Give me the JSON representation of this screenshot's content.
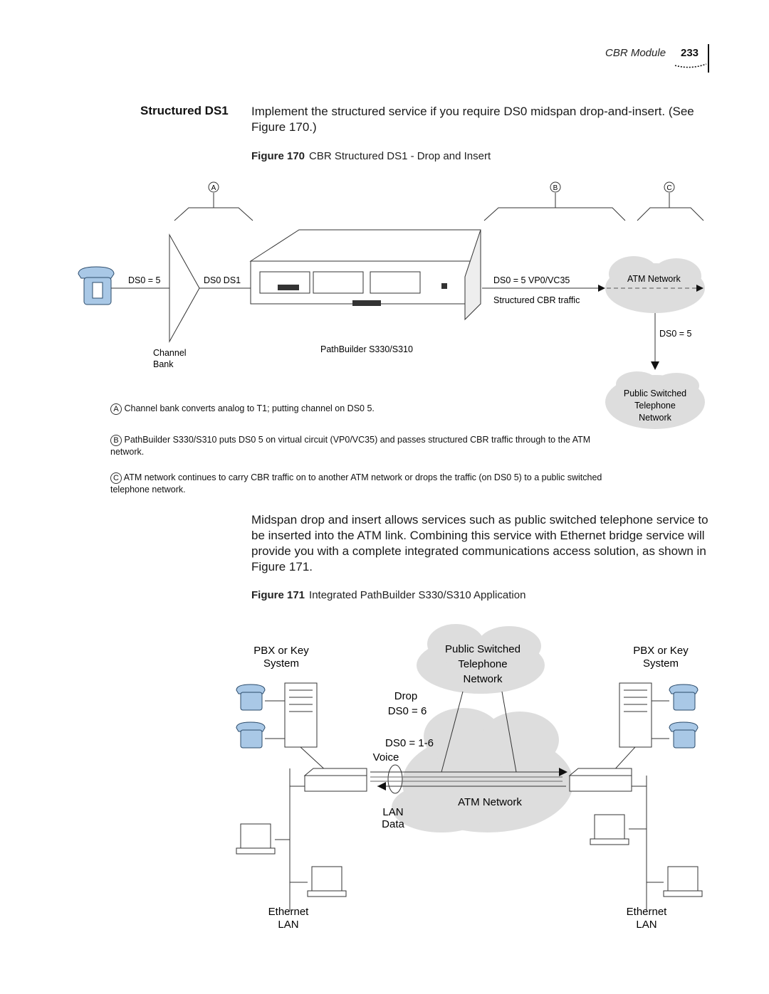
{
  "header": {
    "running_title": "CBR Module",
    "page_number": "233"
  },
  "section": {
    "title": "Structured DS1",
    "intro": "Implement the structured service if you require DS0 midspan drop-and-insert. (See Figure 170.)"
  },
  "figure170": {
    "label": "Figure 170",
    "caption": "CBR Structured DS1 - Drop and Insert",
    "markers": [
      "A",
      "B",
      "C"
    ],
    "labels": {
      "ds0_left": "DS0 = 5",
      "ds0_ds1": "DS0 DS1",
      "vpvc": "DS0 = 5 VP0/VC35",
      "structured_traffic": "Structured CBR traffic",
      "atm_network": "ATM Network",
      "ds0_right": "DS0 = 5",
      "channel_bank": "Channel Bank",
      "device": "PathBuilder S330/S310",
      "pstn_line1": "Public Switched",
      "pstn_line2": "Telephone",
      "pstn_line3": "Network"
    },
    "notes": [
      {
        "letter": "A",
        "text": "Channel bank converts analog to T1; putting channel on DS0 5."
      },
      {
        "letter": "B",
        "text": "PathBuilder S330/S310 puts DS0 5 on virtual circuit (VP0/VC35) and passes structured CBR traffic through to the ATM network."
      },
      {
        "letter": "C",
        "text": "ATM network continues to carry CBR traffic on to another ATM network or drops the traffic (on DS0 5) to a public switched telephone network."
      }
    ]
  },
  "paragraph2": "Midspan drop and insert allows services such as public switched telephone service to be inserted into the ATM link. Combining this service with Ethernet bridge service will provide you with a complete integrated communications access solution, as shown in Figure 171.",
  "figure171": {
    "label": "Figure 171",
    "caption": "Integrated PathBuilder S330/S310 Application",
    "labels": {
      "pbx_left_1": "PBX or Key",
      "pbx_left_2": "System",
      "pbx_right_1": "PBX or Key",
      "pbx_right_2": "System",
      "pstn_1": "Public Switched",
      "pstn_2": "Telephone",
      "pstn_3": "Network",
      "drop": "Drop",
      "ds0_6": "DS0 = 6",
      "ds0_1_6": "DS0 = 1-6",
      "voice": "Voice",
      "atm_network": "ATM Network",
      "lan": "LAN",
      "data": "Data",
      "eth_left_1": "Ethernet",
      "eth_left_2": "LAN",
      "eth_right_1": "Ethernet",
      "eth_right_2": "LAN"
    }
  }
}
